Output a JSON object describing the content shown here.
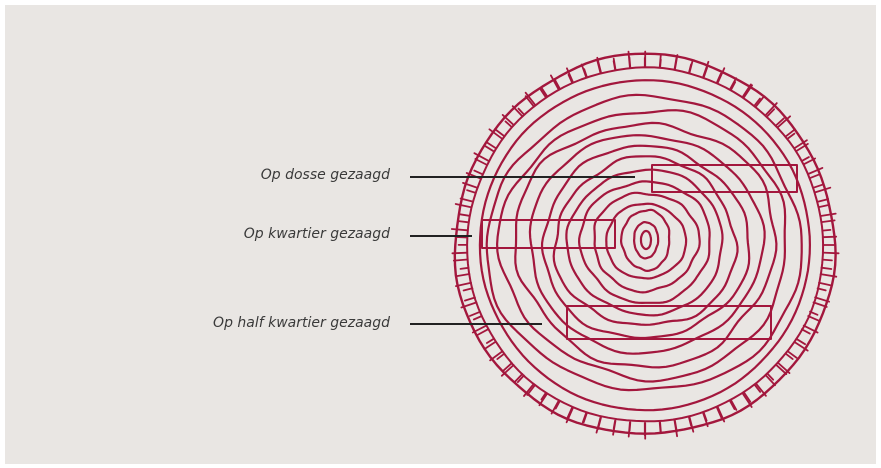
{
  "labels": {
    "flat_sawn": "Op dosse gezaagd",
    "quarter_sawn": "Op kwartier gezaagd",
    "rift_sawn": "Op half kwartier gezaagd"
  },
  "colors": {
    "background": "#e9e6e3",
    "rings": "#a3173d",
    "leader": "#222222",
    "label": "#3a3a3a"
  },
  "icons": {
    "log": "log-cross-section-icon"
  }
}
